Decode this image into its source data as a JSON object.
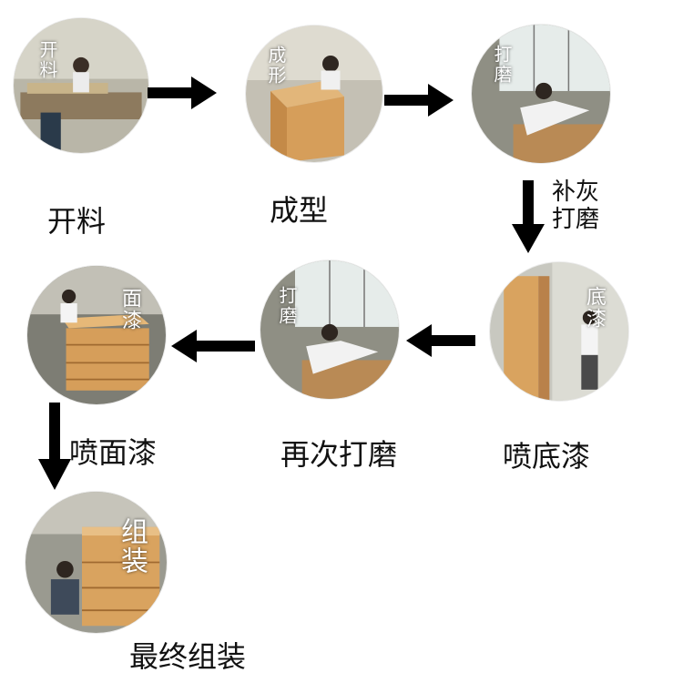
{
  "steps": [
    {
      "id": "cutting",
      "overlay": "开料",
      "caption": "开料"
    },
    {
      "id": "forming",
      "overlay": "成形",
      "caption": "成型"
    },
    {
      "id": "sanding",
      "overlay": "打磨",
      "caption_line1": "补灰",
      "caption_line2": "打磨"
    },
    {
      "id": "primer",
      "overlay": "底漆",
      "caption": "喷底漆"
    },
    {
      "id": "resanding",
      "overlay": "打磨",
      "caption": "再次打磨"
    },
    {
      "id": "topcoat",
      "overlay": "面漆",
      "caption": "喷面漆"
    },
    {
      "id": "assembly",
      "overlay": "组装",
      "caption": "最终组装"
    }
  ],
  "colors": {
    "arrow": "#000000",
    "wood": "#d9a35f",
    "wall": "#9a9a8e"
  }
}
